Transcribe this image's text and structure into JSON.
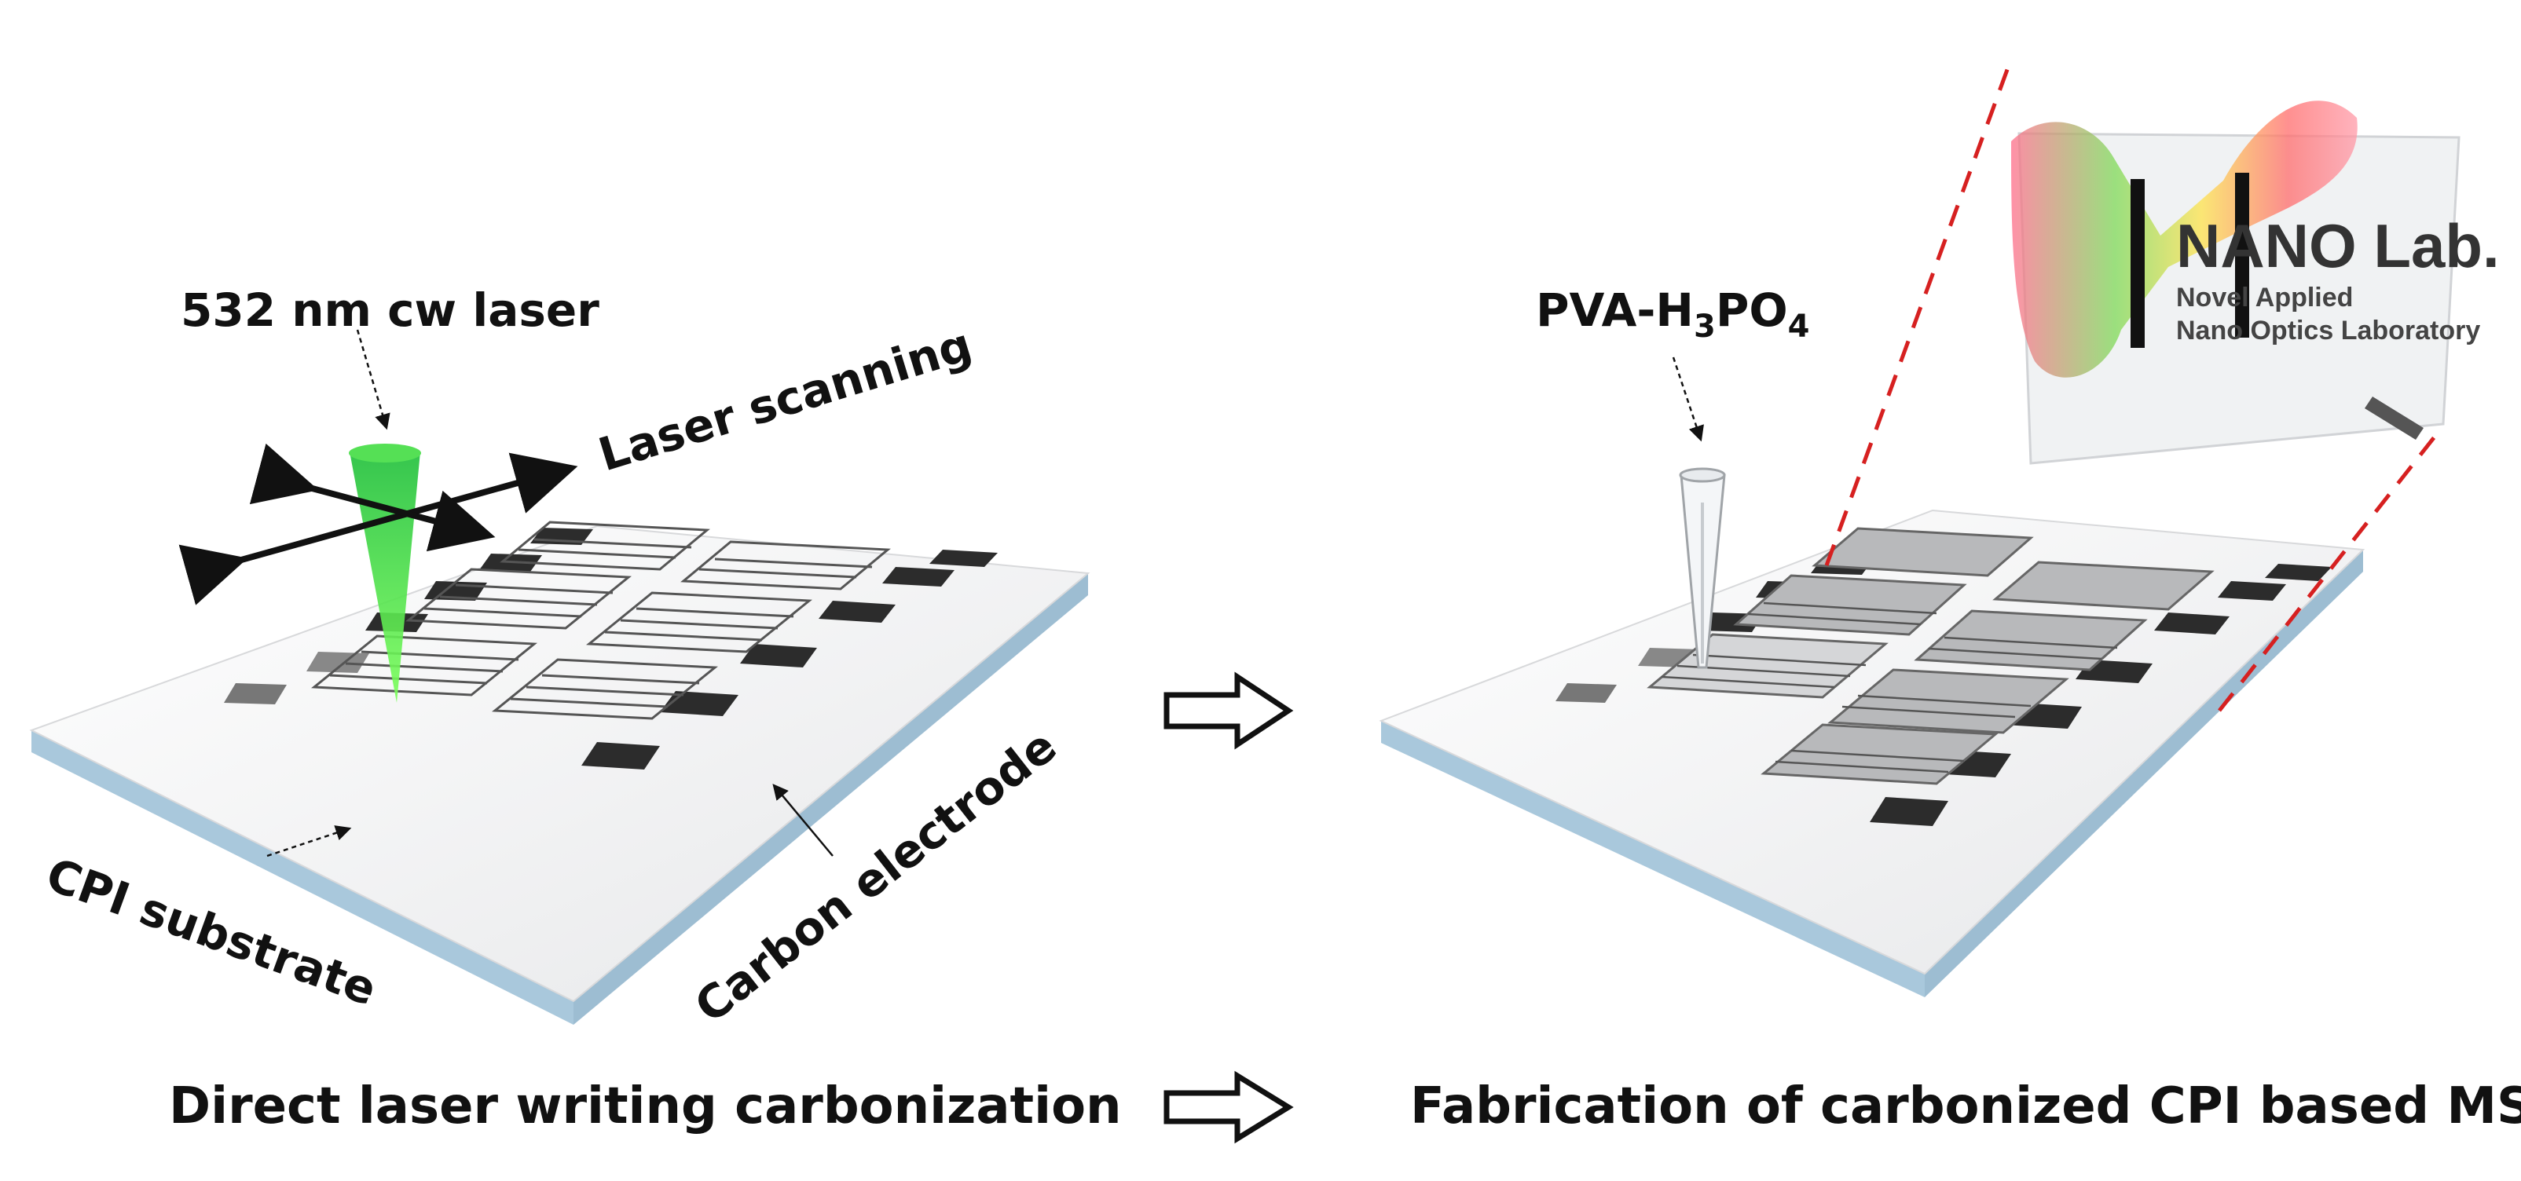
{
  "left_panel": {
    "laser_label": "532 nm cw laser",
    "scanning_label": "Laser scanning",
    "substrate_label": "CPI substrate",
    "electrode_label": "Carbon electrode",
    "caption": "Direct laser writing carbonization"
  },
  "right_panel": {
    "electrolyte_label_main": "PVA-H",
    "electrolyte_sub_1": "3",
    "electrolyte_label_mid": "PO",
    "electrolyte_sub_2": "4",
    "caption": "Fabrication of carbonized CPI based MSC"
  },
  "logo": {
    "title": "NANO Lab.",
    "line1": "Novel Applied",
    "line2": "Nano Optics Laboratory"
  },
  "colors": {
    "laser": "#3ddc3d",
    "substrate_edge": "#a9c8dc",
    "substrate_top": "#f2f3f4",
    "pad": "#2c2c2c",
    "zoom_line": "#d62020"
  }
}
